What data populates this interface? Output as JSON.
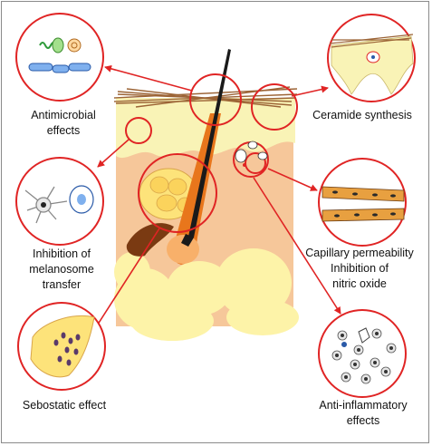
{
  "labels": {
    "antimicrobial": [
      "Antimicrobial",
      "effects"
    ],
    "ceramide": [
      "Ceramide synthesis"
    ],
    "melanosome": [
      "Inhibition of",
      "melanosome",
      "transfer"
    ],
    "capillary": [
      "Capillary permeability",
      "Inhibition of",
      "nitric oxide"
    ],
    "sebostatic": [
      "Sebostatic effect"
    ],
    "anti_inflammatory": [
      "Anti-inflammatory",
      "effects"
    ]
  },
  "colors": {
    "circle_red": "#e02424",
    "arrow_red": "#e02424",
    "skin_light": "#f9f3b6",
    "dermis": "#f6c79a",
    "hair_dark": "#1a1a1a",
    "follicle_orange": "#e8761c",
    "gland_yellow": "#fde37a",
    "scale_brown": "#a0683c",
    "hypodermis": "#fdf3a8"
  }
}
